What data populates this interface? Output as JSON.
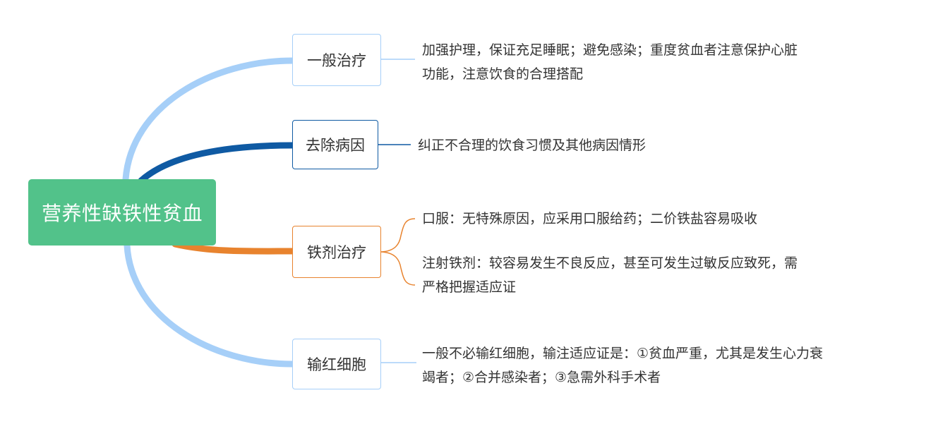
{
  "root": {
    "label": "营养性缺铁性贫血",
    "color": "#52c28a"
  },
  "branches": [
    {
      "label": "一般治疗",
      "color": "#a6cff8",
      "details": [
        "加强护理，保证充足睡眠；避免感染；重度贫血者注意保护心脏功能，注意饮食的合理搭配"
      ]
    },
    {
      "label": "去除病因",
      "color": "#0f5aa3",
      "details": [
        "纠正不合理的饮食习惯及其他病因情形"
      ]
    },
    {
      "label": "铁剂治疗",
      "color": "#e8832e",
      "details": [
        "口服：无特殊原因，应采用口服给药；二价铁盐容易吸收",
        "注射铁剂：较容易发生不良反应，甚至可发生过敏反应致死，需严格把握适应证"
      ]
    },
    {
      "label": "输红细胞",
      "color": "#a6cff8",
      "details": [
        "一般不必输红细胞，输注适应证是：①贫血严重，尤其是发生心力衰竭者；②合并感染者；③急需外科手术者"
      ]
    }
  ]
}
